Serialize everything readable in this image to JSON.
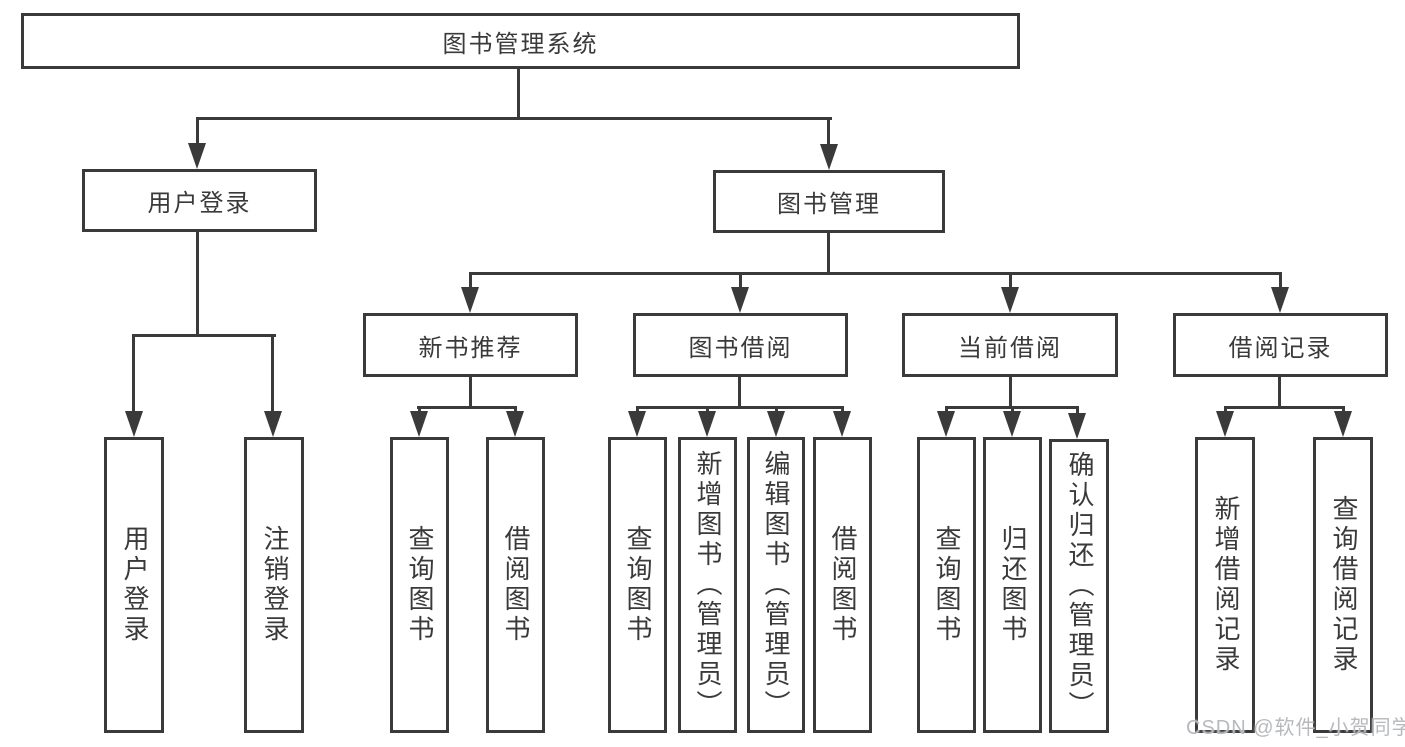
{
  "diagram": {
    "root": {
      "label": "图书管理系统"
    },
    "level2": {
      "login": {
        "label": "用户登录"
      },
      "management": {
        "label": "图书管理"
      }
    },
    "level3": {
      "new_books": {
        "label": "新书推荐"
      },
      "borrowing": {
        "label": "图书借阅"
      },
      "current": {
        "label": "当前借阅"
      },
      "records": {
        "label": "借阅记录"
      }
    },
    "leaves": {
      "login": [
        "用户登录",
        "注销登录"
      ],
      "new_books": [
        "查询图书",
        "借阅图书"
      ],
      "borrowing": [
        "查询图书",
        "新增图书（管理员）",
        "编辑图书（管理员）",
        "借阅图书"
      ],
      "current": [
        "查询图书",
        "归还图书",
        "确认归还（管理员）"
      ],
      "records": [
        "新增借阅记录",
        "查询借阅记录"
      ]
    },
    "watermark": "CSDN @软件_小贺同学",
    "colors": {
      "line": "#3a3a3a",
      "text": "#3a3a3a",
      "background": "#ffffff",
      "watermark": "#b7b9bc"
    }
  }
}
